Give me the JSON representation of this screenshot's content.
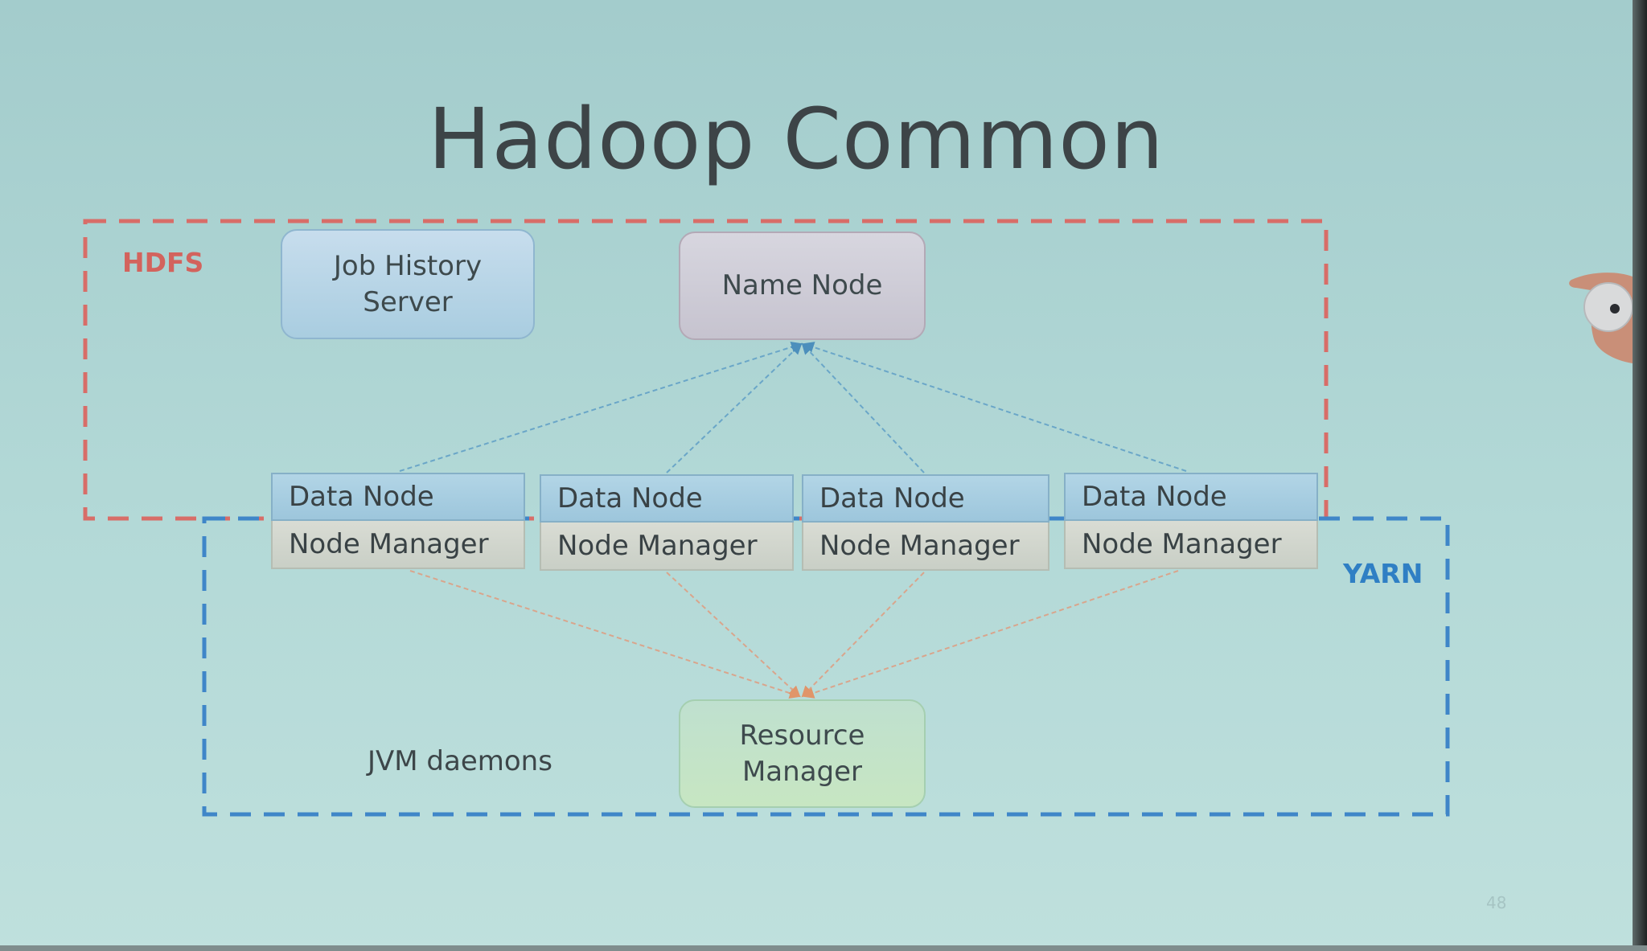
{
  "slide": {
    "title": "Hadoop Common",
    "page_number": "48"
  },
  "groups": {
    "hdfs_label": "HDFS",
    "yarn_label": "YARN"
  },
  "nodes": {
    "job_history_server": "Job History\nServer",
    "name_node": "Name Node",
    "resource_manager": "Resource\nManager",
    "workers": [
      {
        "data_node": "Data Node",
        "node_manager": "Node Manager"
      },
      {
        "data_node": "Data Node",
        "node_manager": "Node Manager"
      },
      {
        "data_node": "Data Node",
        "node_manager": "Node Manager"
      },
      {
        "data_node": "Data Node",
        "node_manager": "Node Manager"
      }
    ]
  },
  "caption": "JVM daemons",
  "colors": {
    "hdfs": "#d3635d",
    "yarn": "#2f7fc4",
    "arrow_to_name_node": "#6aa6c8",
    "arrow_to_resource_manager": "#d9a58c"
  }
}
